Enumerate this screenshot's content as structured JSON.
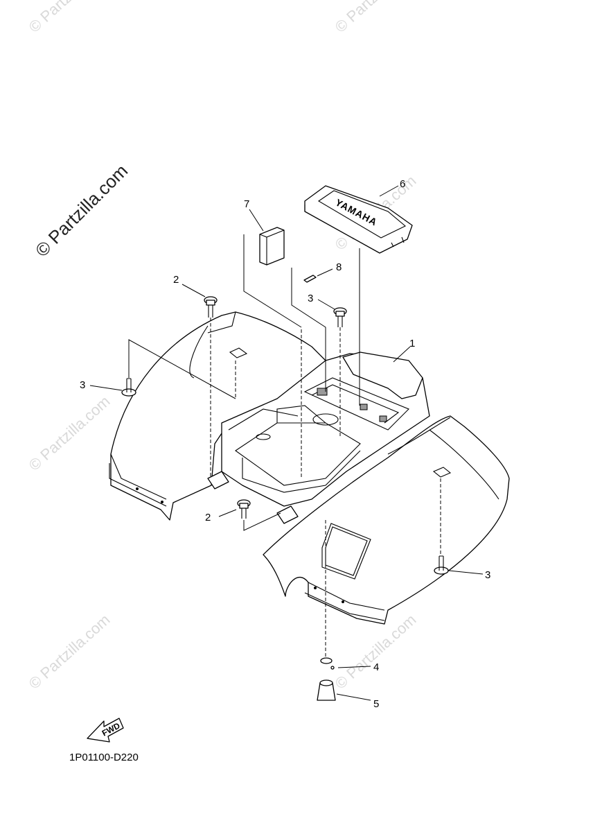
{
  "watermark": "© Partzilla.com",
  "diagram_code": "1P01100-D220",
  "fwd_label": "FWD",
  "tail_box_logo": "YAMAHA",
  "callouts": {
    "c1": "1",
    "c2a": "2",
    "c2b": "2",
    "c3a": "3",
    "c3b": "3",
    "c3c": "3",
    "c4": "4",
    "c5": "5",
    "c6": "6",
    "c7": "7",
    "c8": "8"
  }
}
